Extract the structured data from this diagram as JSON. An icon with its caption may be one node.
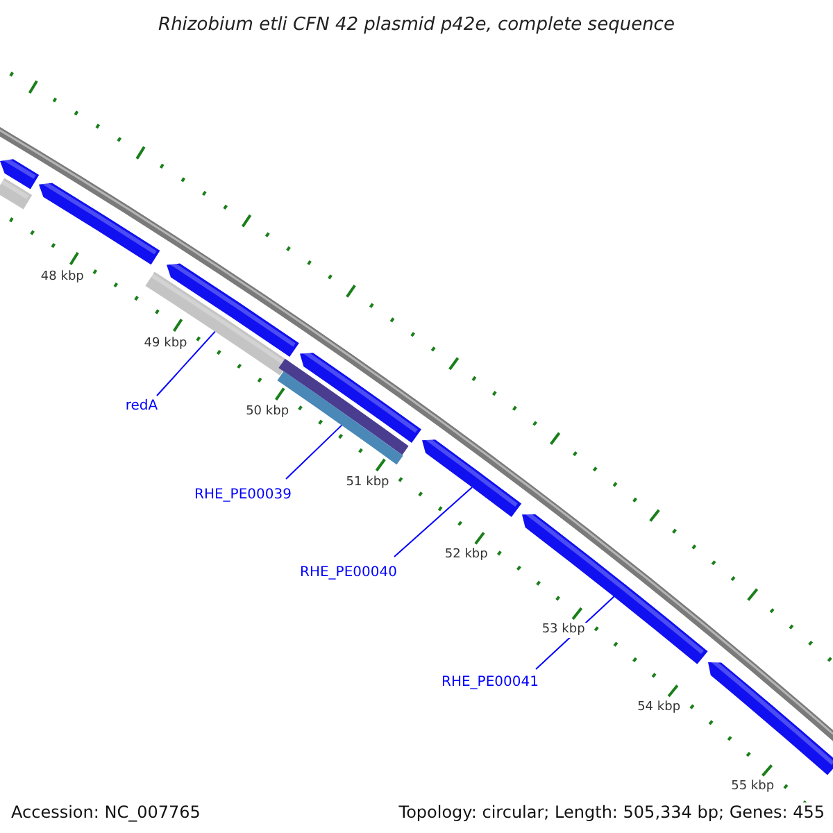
{
  "diagram": {
    "title": "Rhizobium etli CFN 42 plasmid p42e, complete sequence",
    "nodes": [
      {
        "text": [
          "redA"
        ]
      },
      {
        "text": [
          "RHE_PE00039"
        ]
      },
      {
        "text": [
          "RHE_PE00040"
        ]
      },
      {
        "text": [
          "RHE_PE00041"
        ]
      },
      {
        "text": [],
        "shape": "bar"
      },
      {
        "text": [],
        "shape": "bar"
      },
      {
        "text": [],
        "shape": "bar"
      },
      {
        "text": [],
        "shape": "bar"
      },
      {
        "text": [],
        "shape": "bar"
      },
      {
        "text": [],
        "shape": "bar"
      },
      {
        "text": [],
        "shape": "bar"
      },
      {
        "text": [],
        "shape": "bar"
      },
      {
        "text": [],
        "shape": "bar"
      },
      {
        "text": [],
        "shape": "bar"
      }
    ],
    "edges": [
      {
        "from": 0,
        "to": 7,
        "arrow": "none"
      },
      {
        "from": 1,
        "to": 9,
        "arrow": "none"
      },
      {
        "from": 2,
        "to": 11,
        "arrow": "none"
      },
      {
        "from": 3,
        "to": 12,
        "arrow": "none"
      }
    ],
    "labels": [
      "48 kbp",
      "49 kbp",
      "50 kbp",
      "51 kbp",
      "52 kbp",
      "53 kbp",
      "54 kbp",
      "55 kbp",
      "Accession: NC_007765",
      "Topology: circular; Length: 505,334 bp; Genes: 455"
    ]
  }
}
